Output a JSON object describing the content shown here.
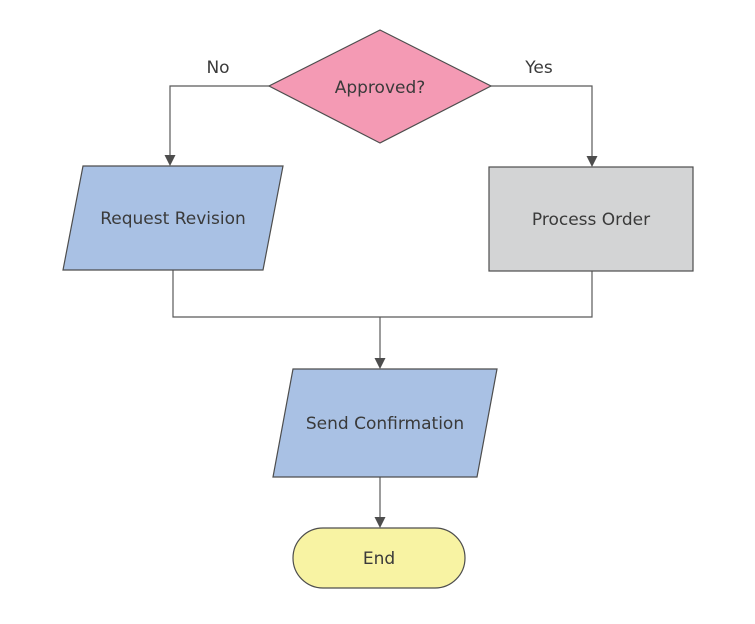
{
  "diagram": {
    "type": "flowchart",
    "background": "#ffffff",
    "nodes": {
      "decision": {
        "label": "Approved?",
        "shape": "diamond",
        "fill": "#f49ab4"
      },
      "request_revision": {
        "label": "Request Revision",
        "shape": "parallelogram",
        "fill": "#a9c1e4"
      },
      "process_order": {
        "label": "Process Order",
        "shape": "rectangle",
        "fill": "#d3d4d5"
      },
      "send_confirmation": {
        "label": "Send Confirmation",
        "shape": "parallelogram",
        "fill": "#a9c1e4"
      },
      "end": {
        "label": "End",
        "shape": "terminator",
        "fill": "#f8f3a3"
      }
    },
    "edges": {
      "no_branch": {
        "label": "No",
        "from": "decision",
        "to": "request_revision"
      },
      "yes_branch": {
        "label": "Yes",
        "from": "decision",
        "to": "process_order"
      },
      "merge_to_send_confirmation": {
        "label": "",
        "from": "request_revision + process_order",
        "to": "send_confirmation"
      },
      "to_end": {
        "label": "",
        "from": "send_confirmation",
        "to": "end"
      }
    },
    "colors": {
      "node_border": "#4d4d4d",
      "connector_line": "#595959",
      "arrowhead": "#4d4d4d",
      "text": "#3a3a3a"
    }
  }
}
